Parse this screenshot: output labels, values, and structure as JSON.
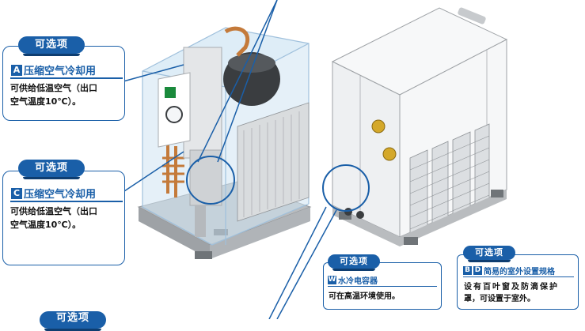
{
  "callouts": [
    {
      "pill": "可选项",
      "badges": [
        "A"
      ],
      "title": "压缩空气冷却用",
      "desc_lines": [
        "可供给低温空气（出口",
        "空气温度10℃）。"
      ]
    },
    {
      "pill": "可选项",
      "badges": [
        "C"
      ],
      "title": "压缩空气冷却用",
      "desc_lines": [
        "可供给低温空气（出口",
        "空气温度10℃）。"
      ]
    },
    {
      "pill": "可选项",
      "badges": [
        "W"
      ],
      "title": "水冷电容器",
      "desc_lines": [
        "可在高温环境使用。"
      ]
    },
    {
      "pill": "可选项",
      "badges": [
        "B",
        "D"
      ],
      "title": "简易的室外设置规格",
      "desc_lines": [
        "设有百叶窗及防滴保护",
        "罩，可设置于室外。"
      ]
    },
    {
      "pill": "可选项"
    }
  ],
  "colors": {
    "accent": "#1a5fa8",
    "glass": "#cfe3f3",
    "cabinet": "#f2f3f4"
  }
}
